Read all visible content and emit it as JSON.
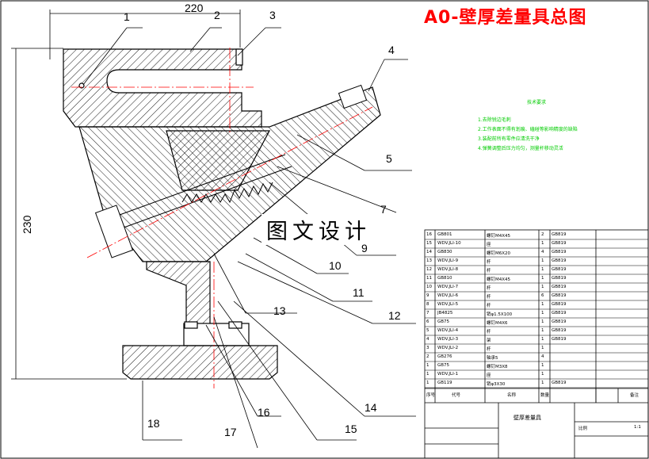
{
  "drawing": {
    "title": "A0-壁厚差量具总图",
    "watermark": "图文设计",
    "dim_width": "220",
    "dim_height": "230",
    "part_callouts": [
      "1",
      "2",
      "3",
      "4",
      "5",
      "7",
      "9",
      "10",
      "11",
      "12",
      "13",
      "14",
      "15",
      "16",
      "17",
      "18"
    ]
  },
  "requirements": {
    "heading": "技术要求",
    "lines": [
      "1.去除锐边毛刺",
      "2.工作表面不得有划痕、磕碰等影响精度的缺陷",
      "3.装配前所有零件应清洗干净",
      "4.弹簧调整后压力均匀，测量杆移动灵活"
    ]
  },
  "bom": {
    "rows": [
      [
        "16",
        "GB801",
        "螺钉M4X45",
        "2",
        "GB819"
      ],
      [
        "15",
        "WDV.JLI-10",
        "座",
        "1",
        "GB819"
      ],
      [
        "14",
        "GB830",
        "螺钉M6X20",
        "4",
        "GB819"
      ],
      [
        "13",
        "WDV.JLI-9",
        "杆",
        "1",
        "GB819"
      ],
      [
        "12",
        "WDV.JLI-8",
        "杆",
        "1",
        "GB819"
      ],
      [
        "11",
        "GB810",
        "螺钉M4X45",
        "1",
        "GB819"
      ],
      [
        "10",
        "WDV.JLI-7",
        "杆",
        "1",
        "GB819"
      ],
      [
        "9",
        "WDV.JLI-6",
        "杆",
        "6",
        "GB819"
      ],
      [
        "8",
        "WDV.JLI-5",
        "杆",
        "1",
        "GB819"
      ],
      [
        "7",
        "JB4825",
        "销φ1.5X100",
        "1",
        "GB819"
      ],
      [
        "6",
        "GB75",
        "螺钉M4X6",
        "1",
        "GB819"
      ],
      [
        "5",
        "WDV.JLI-4",
        "杆",
        "1",
        "GB819"
      ],
      [
        "4",
        "WDV.JLI-3",
        "架",
        "1",
        "GB819"
      ],
      [
        "3",
        "WDV.JLI-2",
        "杆",
        "1",
        ""
      ],
      [
        "2",
        "GB276",
        "轴承5",
        "4",
        ""
      ],
      [
        "1",
        "GB75",
        "螺钉M3X8",
        "1",
        ""
      ],
      [
        "1",
        "WDV.JLI-1",
        "座",
        "1",
        ""
      ],
      [
        "1",
        "GB119",
        "销φ3X30",
        "1",
        "GB819"
      ]
    ],
    "header": [
      "序号",
      "代号",
      "名称",
      "数量",
      "备注"
    ],
    "subject": "壁厚差量具",
    "scale_label": "比例",
    "ratio": "1:1"
  },
  "colors": {
    "title": "#ff0000",
    "centerline": "#ff0000",
    "requirements": "#00cc00",
    "lines": "#000000"
  }
}
